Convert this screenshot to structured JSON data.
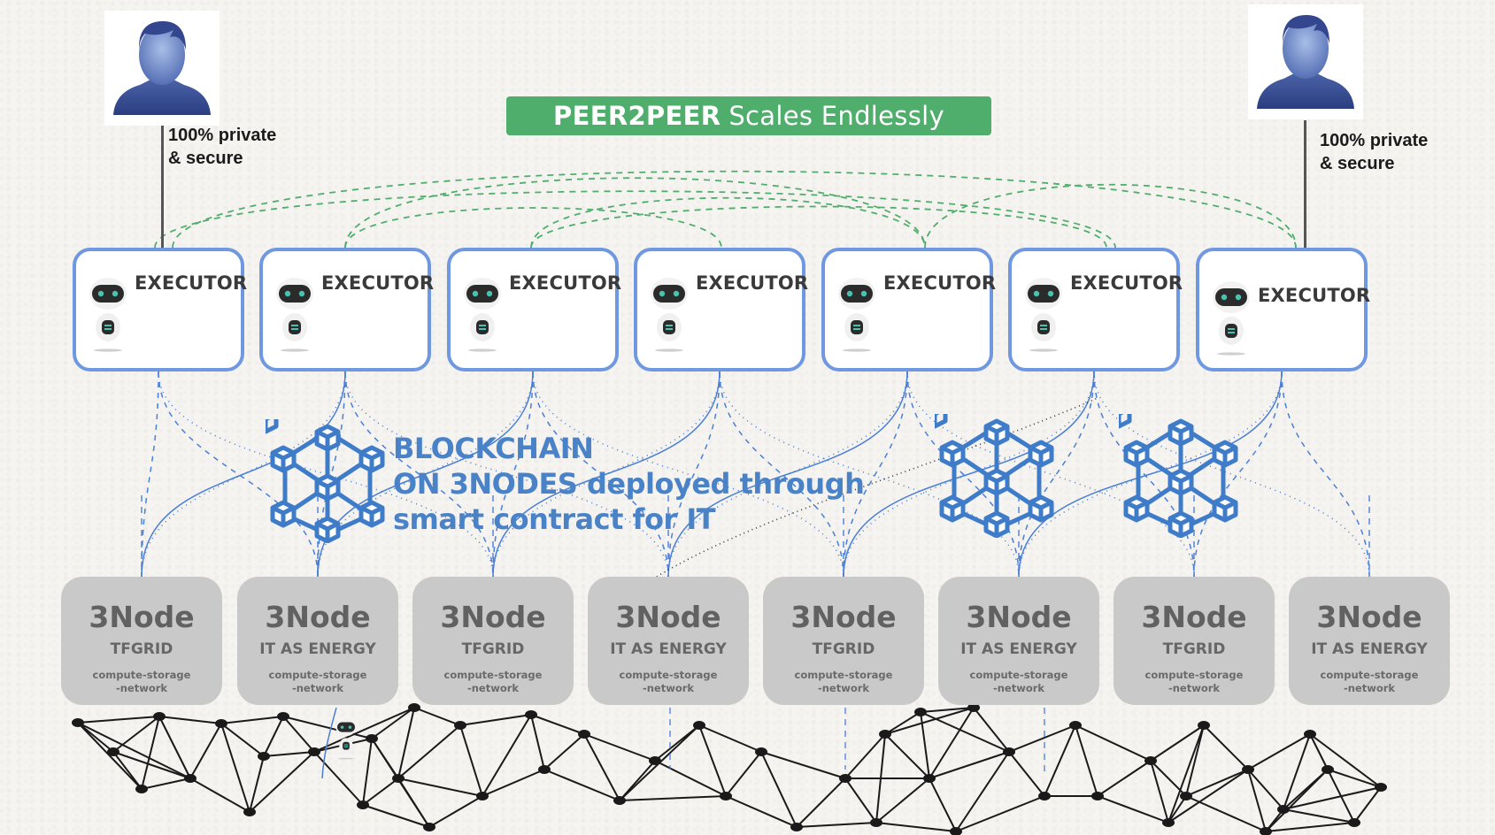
{
  "banner": {
    "bold": "PEER2PEER",
    "rest": "Scales Endlessly",
    "color": "#4fae6c"
  },
  "users": [
    {
      "icon": "user-avatar-icon",
      "caption_line1": "100% private",
      "caption_line2": "& secure"
    },
    {
      "icon": "user-avatar-icon",
      "caption_line1": "100% private",
      "caption_line2": "& secure"
    }
  ],
  "executors": [
    {
      "label": "EXECUTOR",
      "icon": "robot-icon"
    },
    {
      "label": "EXECUTOR",
      "icon": "robot-icon"
    },
    {
      "label": "EXECUTOR",
      "icon": "robot-icon"
    },
    {
      "label": "EXECUTOR",
      "icon": "robot-icon"
    },
    {
      "label": "EXECUTOR",
      "icon": "robot-icon"
    },
    {
      "label": "EXECUTOR",
      "icon": "robot-icon"
    },
    {
      "label": "EXECUTOR",
      "icon": "robot-icon"
    }
  ],
  "blockchain": {
    "line1": "BLOCKCHAIN",
    "line2": "ON 3NODES deployed through",
    "line3": "smart contract for IT",
    "icon": "blockchain-cubes-icon",
    "color": "#4a82c7"
  },
  "nodes": [
    {
      "title": "3Node",
      "subtitle": "TFGRID",
      "desc1": "compute-storage",
      "desc2": "-network"
    },
    {
      "title": "3Node",
      "subtitle": "IT AS ENERGY",
      "desc1": "compute-storage",
      "desc2": "-network"
    },
    {
      "title": "3Node",
      "subtitle": "TFGRID",
      "desc1": "compute-storage",
      "desc2": "-network"
    },
    {
      "title": "3Node",
      "subtitle": "IT AS ENERGY",
      "desc1": "compute-storage",
      "desc2": "-network"
    },
    {
      "title": "3Node",
      "subtitle": "TFGRID",
      "desc1": "compute-storage",
      "desc2": "-network"
    },
    {
      "title": "3Node",
      "subtitle": "IT AS ENERGY",
      "desc1": "compute-storage",
      "desc2": "-network"
    },
    {
      "title": "3Node",
      "subtitle": "TFGRID",
      "desc1": "compute-storage",
      "desc2": "-network"
    },
    {
      "title": "3Node",
      "subtitle": "IT AS ENERGY",
      "desc1": "compute-storage",
      "desc2": "-network"
    }
  ],
  "colors": {
    "executor_border": "#6f98e0",
    "connection_blue": "#4a7fd6",
    "p2p_green": "#4fae6c",
    "node_fill": "#c9c9c9",
    "mesh": "#1a1a1a"
  }
}
